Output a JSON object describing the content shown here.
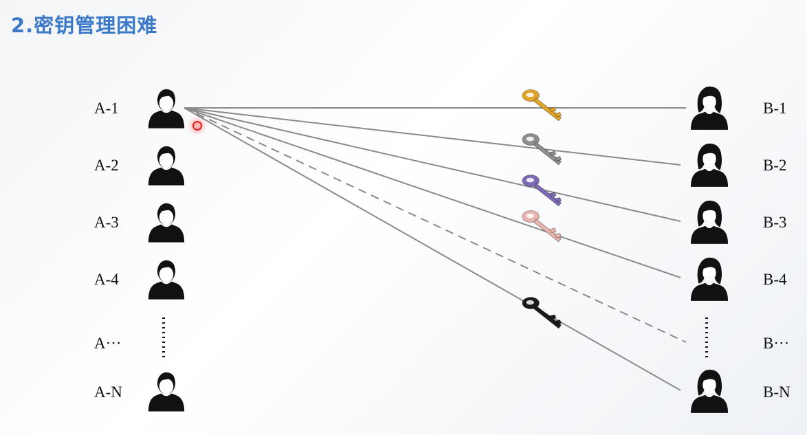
{
  "title": "2.密钥管理困难",
  "left_labels": [
    "A-1",
    "A-2",
    "A-3",
    "A-4",
    "A···",
    "A-N"
  ],
  "right_labels": [
    "B-1",
    "B-2",
    "B-3",
    "B-4",
    "B···",
    "B-N"
  ],
  "left_icon": "male-user-icon",
  "right_icon": "female-user-icon",
  "key_icon": "key-icon",
  "key_colors": [
    "#e2a52a",
    "#8e8e8e",
    "#7d6ab4",
    "#e9b5b0",
    "#1a1a1a"
  ],
  "colors": {
    "title": "#3a78c9",
    "line": "#8a8a8a"
  }
}
